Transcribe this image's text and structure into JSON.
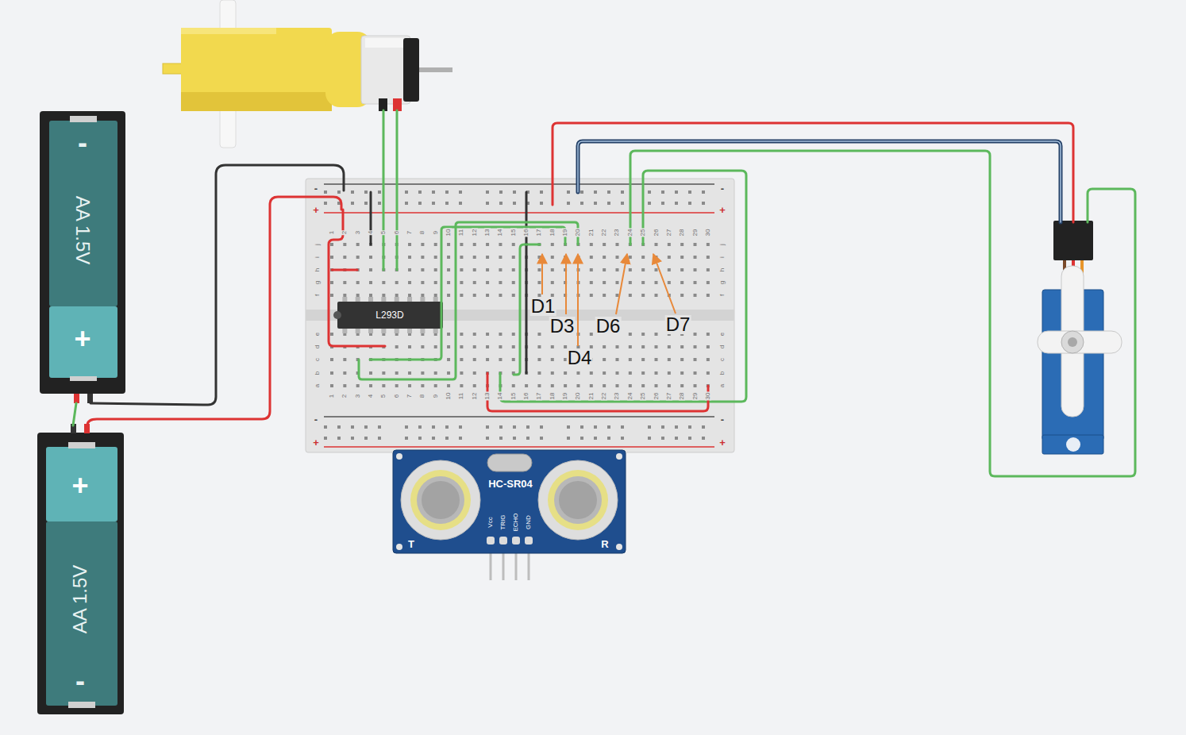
{
  "diagram": {
    "nodes": [
      {
        "text": [
          "-",
          "AA 1.5V",
          "+"
        ]
      },
      {
        "text": [
          "+",
          "AA 1.5V",
          "-"
        ]
      },
      {
        "text": [
          "L293D"
        ]
      },
      {
        "text": [
          "HC-SR04",
          "Vcc",
          "TRIG",
          "ECHO",
          "GND",
          "T",
          "R"
        ]
      }
    ],
    "labels": [
      "-",
      "+",
      "-",
      "+",
      "1",
      "2",
      "3",
      "4",
      "5",
      "6",
      "7",
      "8",
      "9",
      "10",
      "11",
      "12",
      "13",
      "14",
      "15",
      "16",
      "17",
      "18",
      "19",
      "20",
      "21",
      "22",
      "23",
      "24",
      "25",
      "26",
      "27",
      "28",
      "29",
      "30",
      "j",
      "i",
      "h",
      "g",
      "f",
      "e",
      "d",
      "c",
      "b",
      "a",
      "j",
      "i",
      "h",
      "g",
      "f",
      "e",
      "d",
      "c",
      "b",
      "a",
      "1",
      "2",
      "3",
      "4",
      "5",
      "6",
      "7",
      "8",
      "9",
      "10",
      "11",
      "12",
      "13",
      "14",
      "15",
      "16",
      "17",
      "18",
      "19",
      "20",
      "21",
      "22",
      "23",
      "24",
      "25",
      "26",
      "27",
      "28",
      "29",
      "30",
      "-",
      "+",
      "-",
      "+",
      "D1",
      "D3",
      "D4",
      "D6",
      "D7"
    ]
  }
}
